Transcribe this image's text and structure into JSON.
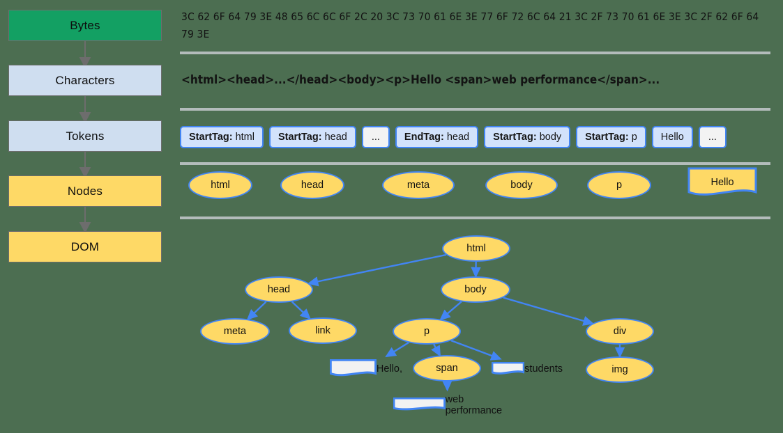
{
  "background_color": "#4c6e51",
  "pipeline": {
    "stages": [
      {
        "label": "Bytes",
        "fill": "#13a063"
      },
      {
        "label": "Characters",
        "fill": "#cfdef0"
      },
      {
        "label": "Tokens",
        "fill": "#cfdef0"
      },
      {
        "label": "Nodes",
        "fill": "#fed966"
      },
      {
        "label": "DOM",
        "fill": "#fed966"
      }
    ]
  },
  "bytes_row": {
    "hex": "3C 62 6F 64 79 3E 48 65 6C 6C 6F 2C 20 3C 73 70 61 6E 3E 77 6F 72 6C 64 21 3C 2F 73 70 61 6E 3E 3C 2F 62 6F 64 79 3E"
  },
  "characters_row": {
    "markup": "<html><head>...</head><body><p>Hello <span>web performance</span>..."
  },
  "tokens_row": {
    "tokens": [
      {
        "type": "StartTag:",
        "value": "html",
        "style": "light"
      },
      {
        "type": "StartTag:",
        "value": "head",
        "style": "light"
      },
      {
        "type": "",
        "value": "...",
        "style": "plain"
      },
      {
        "type": "EndTag:",
        "value": "head",
        "style": "light"
      },
      {
        "type": "StartTag:",
        "value": "body",
        "style": "light"
      },
      {
        "type": "StartTag:",
        "value": "p",
        "style": "light"
      },
      {
        "type": "",
        "value": "Hello",
        "style": "light"
      },
      {
        "type": "",
        "value": "...",
        "style": "plain"
      }
    ]
  },
  "nodes_row": {
    "nodes": [
      {
        "label": "html",
        "shape": "ellipse"
      },
      {
        "label": "head",
        "shape": "ellipse"
      },
      {
        "label": "meta",
        "shape": "ellipse"
      },
      {
        "label": "body",
        "shape": "ellipse"
      },
      {
        "label": "p",
        "shape": "ellipse"
      },
      {
        "label": "Hello",
        "shape": "document"
      }
    ]
  },
  "dom_tree": {
    "nodes": [
      {
        "id": "html",
        "label": "html",
        "shape": "ellipse"
      },
      {
        "id": "head",
        "label": "head",
        "shape": "ellipse"
      },
      {
        "id": "body",
        "label": "body",
        "shape": "ellipse"
      },
      {
        "id": "meta",
        "label": "meta",
        "shape": "ellipse"
      },
      {
        "id": "link",
        "label": "link",
        "shape": "ellipse"
      },
      {
        "id": "p",
        "label": "p",
        "shape": "ellipse"
      },
      {
        "id": "div",
        "label": "div",
        "shape": "ellipse"
      },
      {
        "id": "hello",
        "label": "Hello,",
        "shape": "document"
      },
      {
        "id": "span",
        "label": "span",
        "shape": "ellipse"
      },
      {
        "id": "stud",
        "label": "students",
        "shape": "document"
      },
      {
        "id": "img",
        "label": "img",
        "shape": "ellipse"
      },
      {
        "id": "webperf",
        "label": "web performance",
        "shape": "document"
      }
    ],
    "edges": [
      [
        "html",
        "head"
      ],
      [
        "html",
        "body"
      ],
      [
        "head",
        "meta"
      ],
      [
        "head",
        "link"
      ],
      [
        "body",
        "p"
      ],
      [
        "body",
        "div"
      ],
      [
        "p",
        "hello"
      ],
      [
        "p",
        "span"
      ],
      [
        "p",
        "stud"
      ],
      [
        "div",
        "img"
      ],
      [
        "span",
        "webperf"
      ]
    ]
  },
  "colors": {
    "element_node_fill": "#fed966",
    "text_node_fill": "#f2f2f2",
    "node_border": "#4285f4",
    "token_fill": "#d2e2fb",
    "separator": "#b3bcbb",
    "arrow_gray": "#6d6d6d"
  }
}
